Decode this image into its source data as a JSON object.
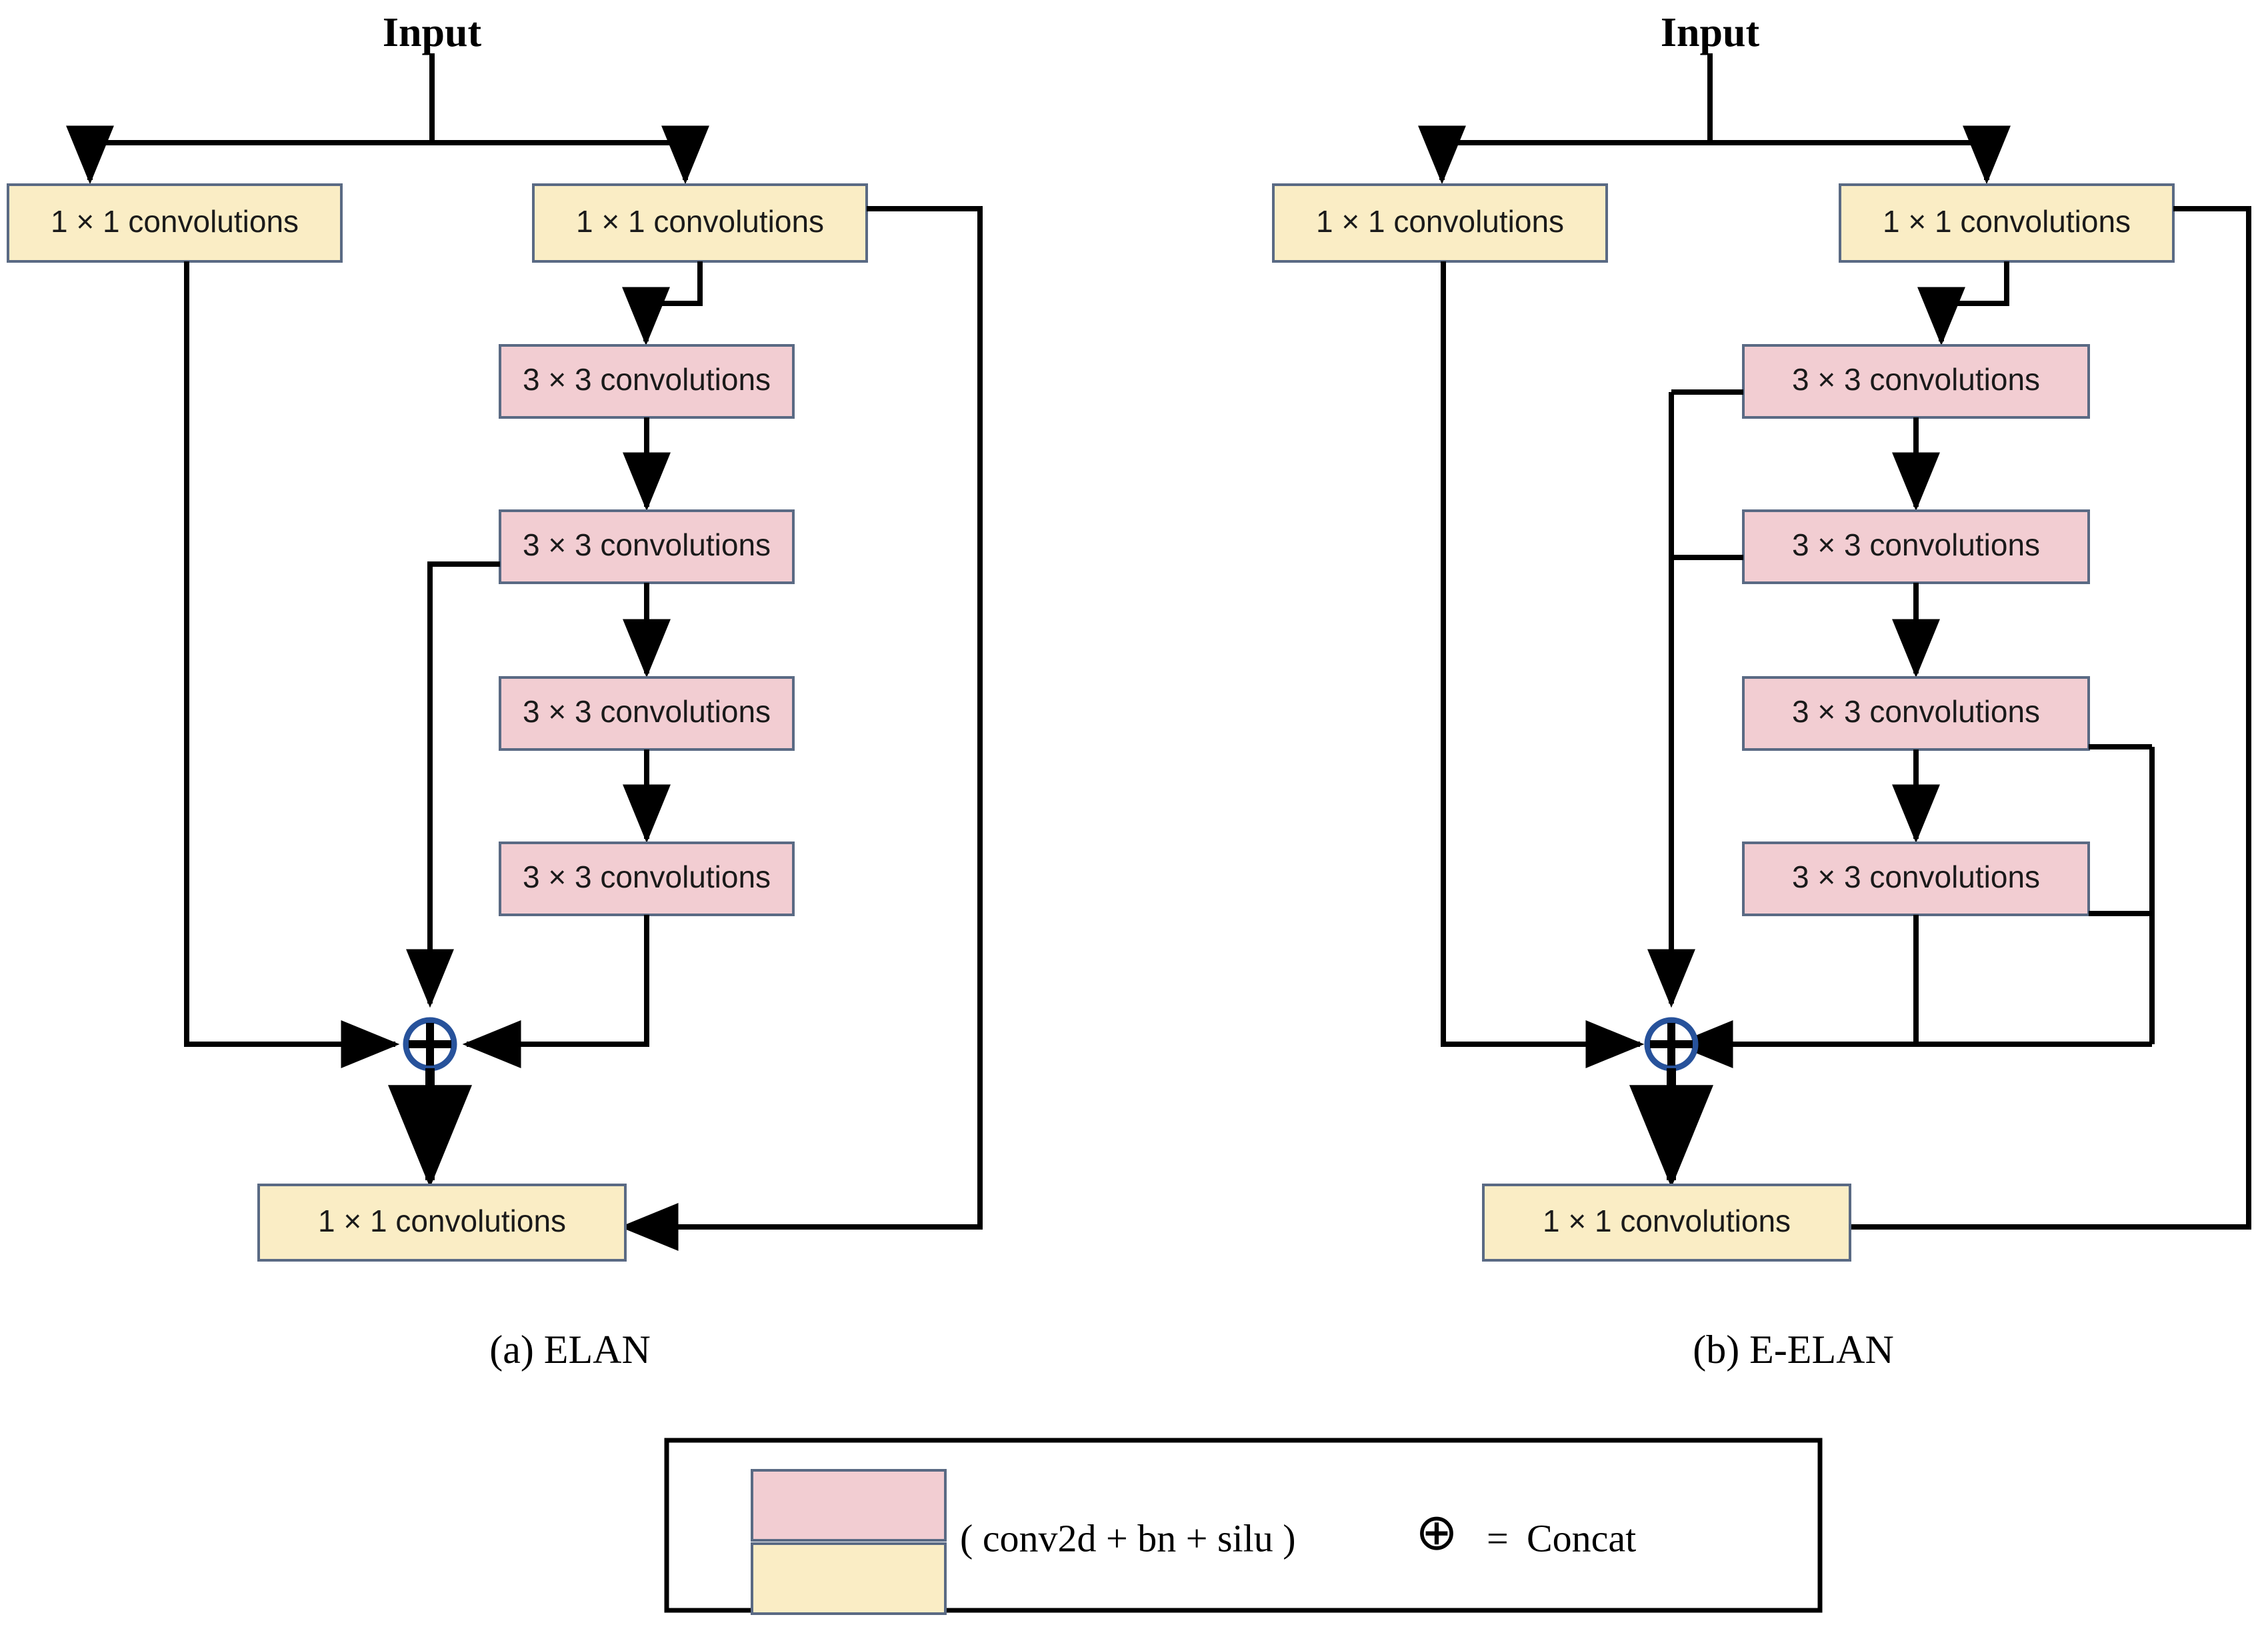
{
  "figure": {
    "title": "ELAN and E-ELAN module architecture",
    "colors": {
      "conv3x3_fill": "#F2CDD2",
      "conv1x1_fill": "#FAEDC5",
      "box_stroke": "#5A6A84",
      "edge": "#000000",
      "concat_stroke": "#27529B",
      "background": "#FFFFFF"
    }
  },
  "diagram_a": {
    "caption": "(a)  ELAN",
    "input_label": "Input",
    "blocks": [
      {
        "id": "a-in-left",
        "label": "1 × 1 convolutions",
        "kind": "conv1x1"
      },
      {
        "id": "a-in-right",
        "label": "1 × 1 convolutions",
        "kind": "conv1x1"
      },
      {
        "id": "a-c1",
        "label": "3 × 3 convolutions",
        "kind": "conv3x3"
      },
      {
        "id": "a-c2",
        "label": "3 × 3 convolutions",
        "kind": "conv3x3"
      },
      {
        "id": "a-c3",
        "label": "3 × 3 convolutions",
        "kind": "conv3x3"
      },
      {
        "id": "a-c4",
        "label": "3 × 3 convolutions",
        "kind": "conv3x3"
      },
      {
        "id": "a-out",
        "label": "1 × 1 convolutions",
        "kind": "conv1x1"
      }
    ],
    "concat": {
      "symbol": "+",
      "name": "concat-node"
    }
  },
  "diagram_b": {
    "caption": "(b)  E-ELAN",
    "input_label": "Input",
    "blocks": [
      {
        "id": "b-in-left",
        "label": "1 × 1 convolutions",
        "kind": "conv1x1"
      },
      {
        "id": "b-in-right",
        "label": "1 × 1 convolutions",
        "kind": "conv1x1"
      },
      {
        "id": "b-c1",
        "label": "3 × 3 convolutions",
        "kind": "conv3x3"
      },
      {
        "id": "b-c2",
        "label": "3 × 3 convolutions",
        "kind": "conv3x3"
      },
      {
        "id": "b-c3",
        "label": "3 × 3 convolutions",
        "kind": "conv3x3"
      },
      {
        "id": "b-c4",
        "label": "3 × 3 convolutions",
        "kind": "conv3x3"
      },
      {
        "id": "b-out",
        "label": "1 × 1 convolutions",
        "kind": "conv1x1"
      }
    ],
    "concat": {
      "symbol": "+",
      "name": "concat-node"
    }
  },
  "legend": {
    "swatch_top": {
      "kind": "conv3x3",
      "color": "#F2CDD2"
    },
    "swatch_bottom": {
      "kind": "conv1x1",
      "color": "#FAEDC5"
    },
    "swatch_text": "( conv2d + bn + silu )",
    "concat_symbol": "⊕",
    "equals": "=",
    "concat_text": "Concat"
  }
}
